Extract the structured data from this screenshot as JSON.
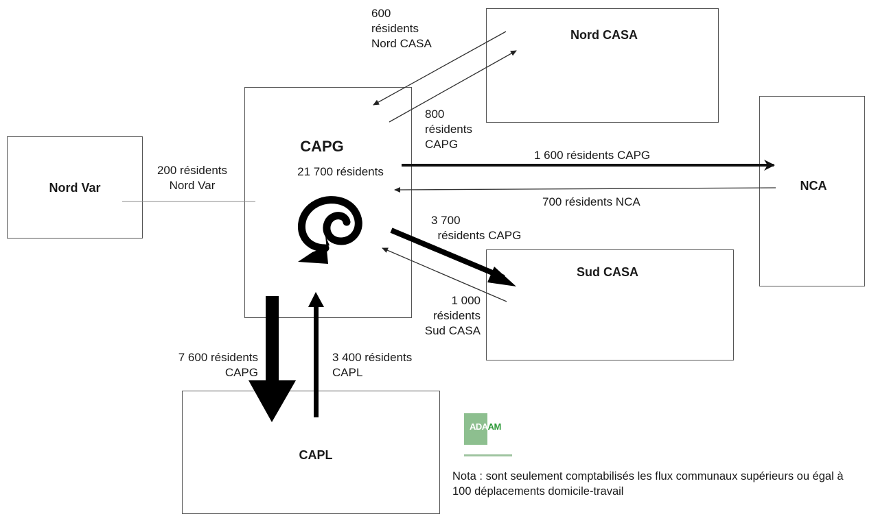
{
  "zones": {
    "nord_var": "Nord Var",
    "capg": "CAPG",
    "capg_residents": "21 700 résidents",
    "nord_casa": "Nord CASA",
    "nca": "NCA",
    "sud_casa": "Sud CASA",
    "capl": "CAPL"
  },
  "flows": {
    "nord_casa_to_capg": "600\nrésidents\nNord CASA",
    "capg_to_nord_casa": "800\nrésidents\nCAPG",
    "nord_var_to_capg": "200 résidents\nNord Var",
    "capg_to_nca": "1 600 résidents CAPG",
    "nca_to_capg": "700 résidents NCA",
    "capg_to_sud_casa": "3 700\n  résidents CAPG",
    "sud_casa_to_capg": "1 000\nrésidents\nSud CASA",
    "capg_to_capl": "7 600 résidents\nCAPG",
    "capl_to_capg": "3 400 résidents\nCAPL"
  },
  "logo": {
    "name": "ADAAM"
  },
  "note": "Nota : sont seulement comptabilisés les flux communaux supérieurs ou égal à 100 déplacements domicile-travail"
}
